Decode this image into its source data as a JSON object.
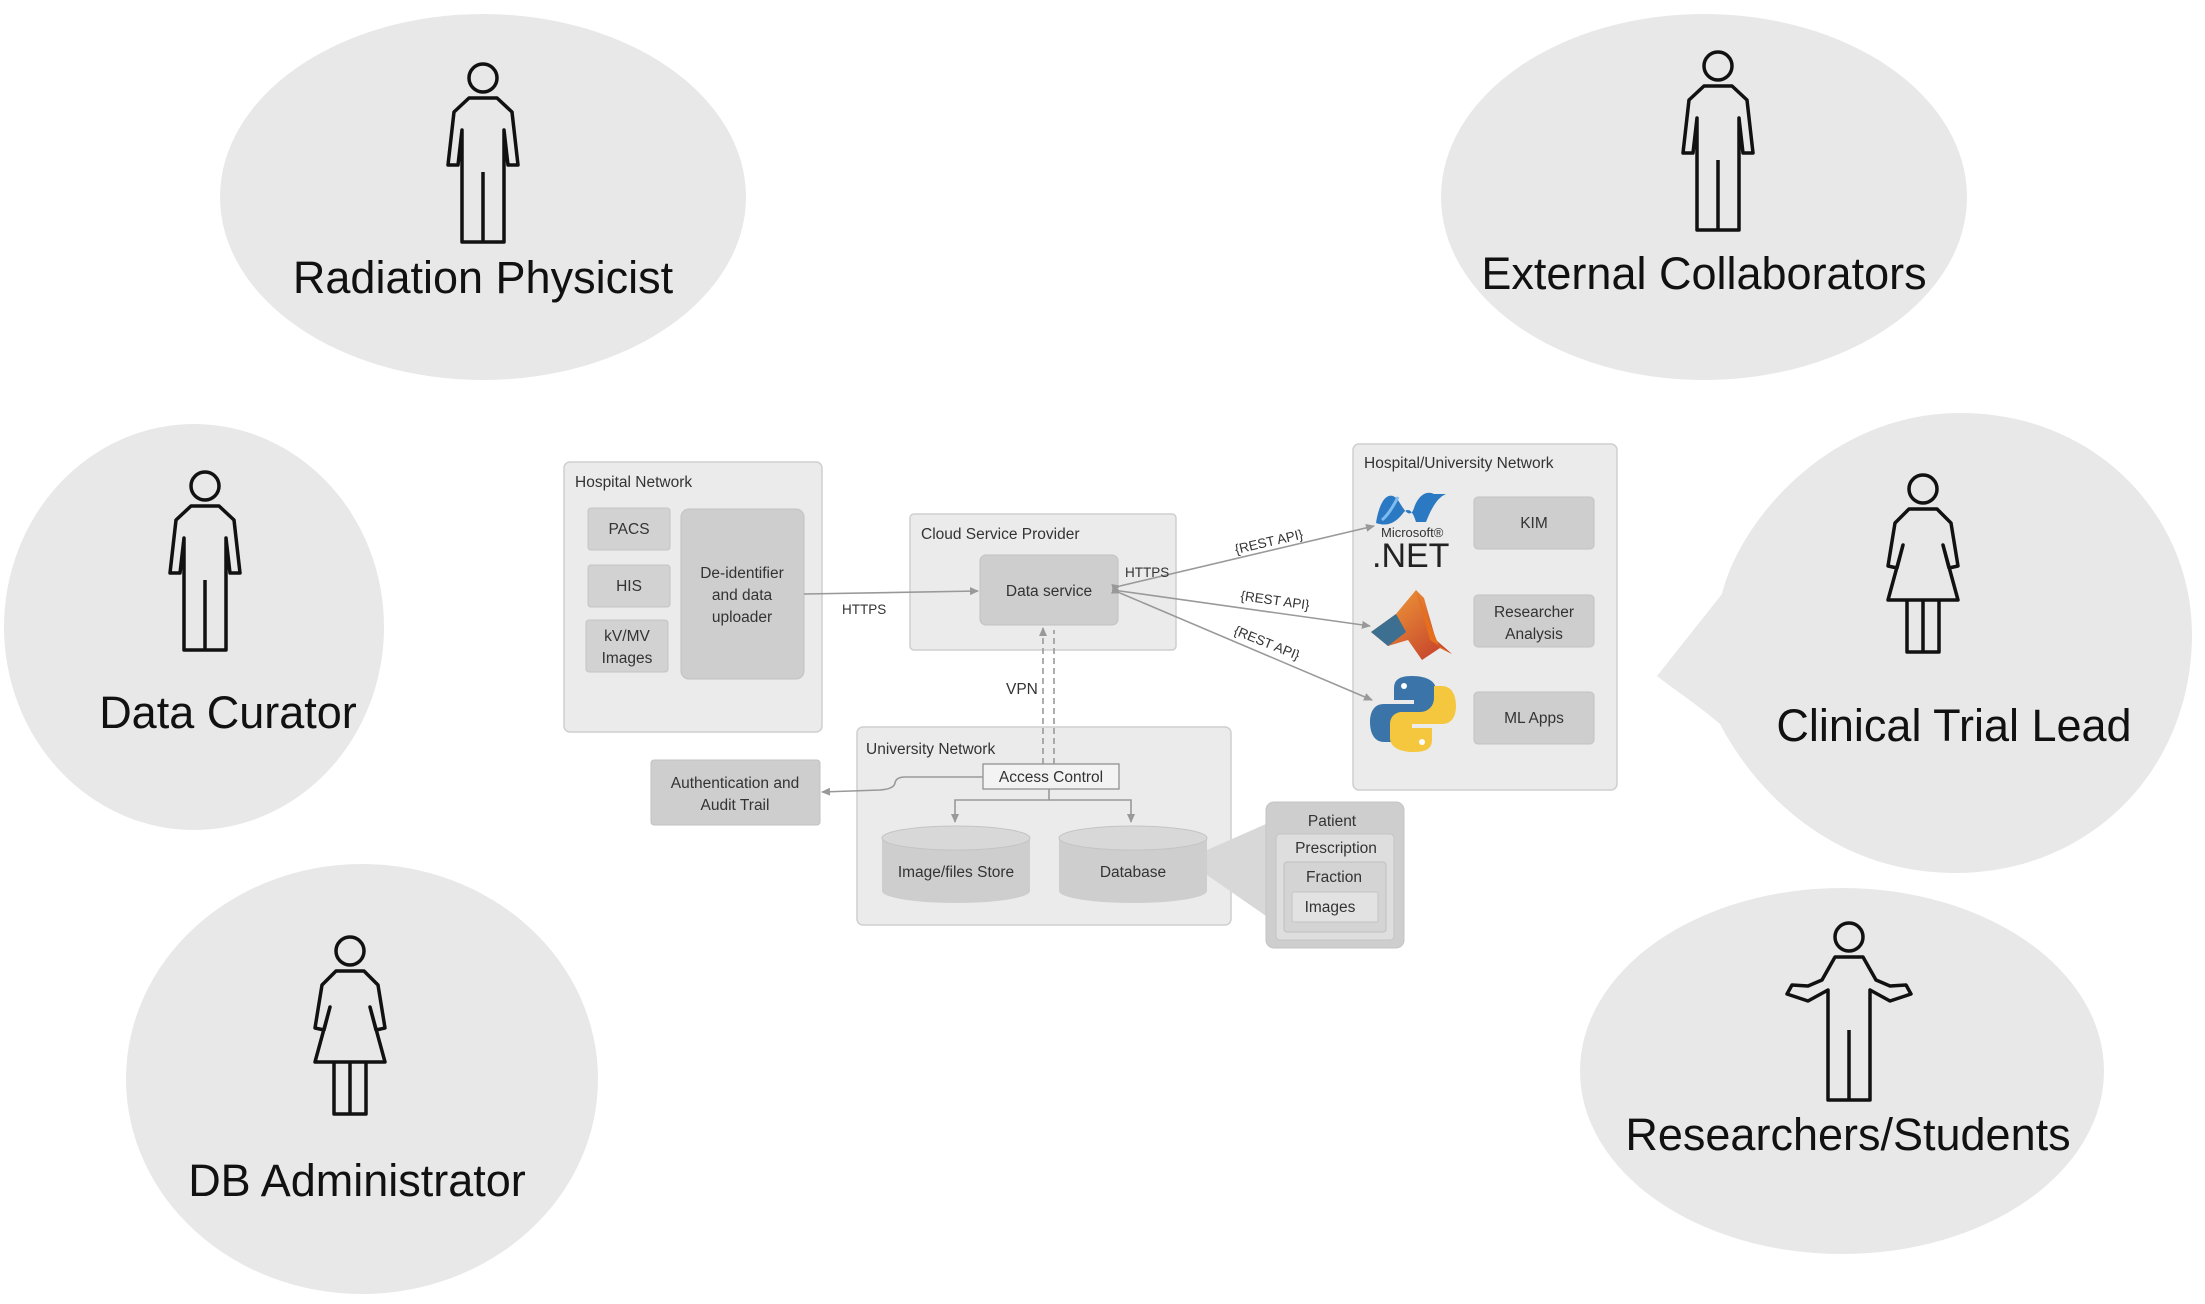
{
  "roles": {
    "radiation_physicist": "Radiation Physicist",
    "external_collaborators": "External Collaborators",
    "data_curator": "Data Curator",
    "clinical_trial_lead": "Clinical Trial Lead",
    "db_administrator": "DB Administrator",
    "researchers_students": "Researchers/Students"
  },
  "hospital_network": {
    "title": "Hospital Network",
    "pacs": "PACS",
    "his": "HIS",
    "kvmv_line1": "kV/MV",
    "kvmv_line2": "Images",
    "deid_line1": "De-identifier",
    "deid_line2": "and data",
    "deid_line3": "uploader"
  },
  "cloud": {
    "title": "Cloud Service Provider",
    "data_service": "Data service"
  },
  "university": {
    "title": "University Network",
    "access_control": "Access Control",
    "image_store": "Image/files Store",
    "database": "Database"
  },
  "auth": {
    "line1": "Authentication and",
    "line2": "Audit Trail"
  },
  "links": {
    "https_left": "HTTPS",
    "https_right": "HTTPS",
    "vpn": "VPN",
    "rest1": "{REST API}",
    "rest2": "{REST API}",
    "rest3": "{REST API}"
  },
  "hu_network": {
    "title": "Hospital/University Network",
    "kim": "KIM",
    "researcher_line1": "Researcher",
    "researcher_line2": "Analysis",
    "ml_apps": "ML Apps",
    "dotnet_small": "Microsoft®",
    "dotnet_big": ".NET"
  },
  "schema": {
    "patient": "Patient",
    "prescription": "Prescription",
    "fraction": "Fraction",
    "images": "Images"
  }
}
